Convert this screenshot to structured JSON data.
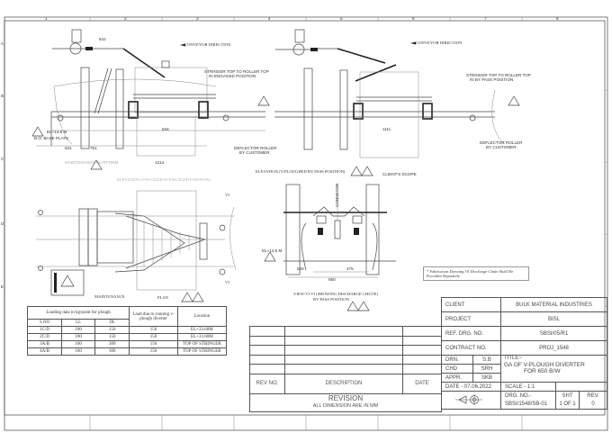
{
  "drawing": {
    "labels": {
      "conveyor_direction": "CONVEYOR DIRECTION",
      "stringer_engaged": "STRINGER TOP TO ROLLER TOP",
      "engaged_position": "IN ENGAGED POSITION",
      "stringer_bypass": "STRINGER TOP TO ROLLER TOP",
      "bypass_position": "IN BY PASS POSITION",
      "deflector_roller": "DEFLECTOR ROLLER",
      "by_customer": "BY CUSTOMER",
      "base_el": "EL+13.5 M",
      "base_plate": "B.O. BASE PLATE",
      "maintenance_platform": "MAINTENANCE PLATFORM",
      "elevation_engaged": "ELEVATION (V-PLOUGH IN ENGAGED POSITION)",
      "elevation_bypass": "ELEVATION (V-PLOUGHED BY PASS POSITION)",
      "clients_scope": "CLIENT'S SCOPE",
      "conveyor": "CONVEYOR",
      "plan": "PLAN",
      "maintenance": "MAINTENANCE",
      "view_title": "VIEW-VI VI (SHOWING DISCHARGE CHUTE)",
      "view_subtitle": "BY PASS POSITION",
      "section_mark": "VI",
      "el_right": "EL+13.5 M"
    },
    "dimensions": [
      "842",
      "631",
      "751",
      "834",
      "1314",
      "1111",
      "275",
      "545",
      "650"
    ],
    "note": "* Fabrication Drawing Of Discharge Chute Shall Be Provided Separately",
    "grid_columns": [
      "1",
      "2",
      "3",
      "4",
      "5",
      "6",
      "7",
      "8"
    ],
    "grid_rows": [
      "A",
      "B",
      "C",
      "D",
      "E"
    ]
  },
  "loading_table": {
    "header": "Loading data in kg/point for plough",
    "load_header": "Load due to running v-plough diverter",
    "location_header": "Location",
    "columns": [
      "S.NO",
      "LL",
      "DL"
    ],
    "rows": [
      {
        "sno": "1C/D",
        "ll": "100",
        "dl": "150",
        "load": "150",
        "location": "EL+33.60M"
      },
      {
        "sno": "2C/D",
        "ll": "100",
        "dl": "150",
        "load": "150",
        "location": "EL+33.60M"
      },
      {
        "sno": "3A/B",
        "ll": "100",
        "dl": "300",
        "load": "150",
        "location": "TOP OF STRINGER"
      },
      {
        "sno": "4A/B",
        "ll": "100",
        "dl": "300",
        "load": "150",
        "location": "TOP OF STRINGER"
      }
    ]
  },
  "revision_block": {
    "rev_no": "REV NO.",
    "description": "DESCRIPTION",
    "date": "DATE",
    "revision": "REVISION",
    "units_note": "ALL DIMENSION ARE IN MM"
  },
  "title_block": {
    "client_label": "CLIENT",
    "client": "BULK MATERIAL INDUSTRIES",
    "project_label": "PROJECT",
    "project": "BISL",
    "ref_label": "REF. DRG. NO.",
    "ref": "SBSI/05/R1",
    "contract_label": "CONTRACT NO.",
    "contract": "PROJ_1548",
    "drn_label": "DRN.",
    "drn": "S.B",
    "chd_label": "CHD",
    "chd": "SRH",
    "appr_label": "APPR.",
    "appr": "SKB",
    "date": "DATE - 07.06.2022",
    "title_label": "TITLE:-",
    "title_line1": "GA OF V-PLOUGH DIVERTER",
    "title_line2": "FOR 650 B/W",
    "scale": "SCALE - 1:1",
    "drg_no_label": "DRG. NO.-",
    "drg_no": "SBSI/1548/SB-01",
    "sht_label": "SHT",
    "sht": "1 OF 1",
    "rev_label": "REV.",
    "rev": "0",
    "projection_icon": "third-angle-projection-icon"
  }
}
